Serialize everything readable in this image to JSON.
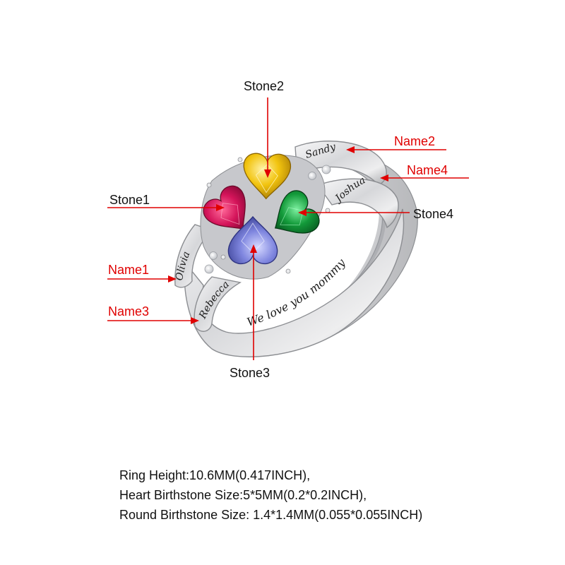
{
  "labels": {
    "stone1": "Stone1",
    "stone2": "Stone2",
    "stone3": "Stone3",
    "stone4": "Stone4",
    "name1": "Name1",
    "name2": "Name2",
    "name3": "Name3",
    "name4": "Name4"
  },
  "engravings": {
    "name1": "Olivia",
    "name2": "Sandy",
    "name3": "Rebecca",
    "name4": "Joshua",
    "band": "We love you mommy"
  },
  "specs": [
    "Ring Height:10.6MM(0.417INCH),",
    "Heart Birthstone Size:5*5MM(0.2*0.2INCH),",
    "Round Birthstone Size: 1.4*1.4MM(0.055*0.055INCH)"
  ],
  "colors": {
    "name_labels": "#e00000",
    "stone_labels": "#111111",
    "stone1": "#d4145a",
    "stone2": "#f2c40f",
    "stone3": "#7f86df",
    "stone4": "#139a3a",
    "metal": "#d9dadc"
  }
}
